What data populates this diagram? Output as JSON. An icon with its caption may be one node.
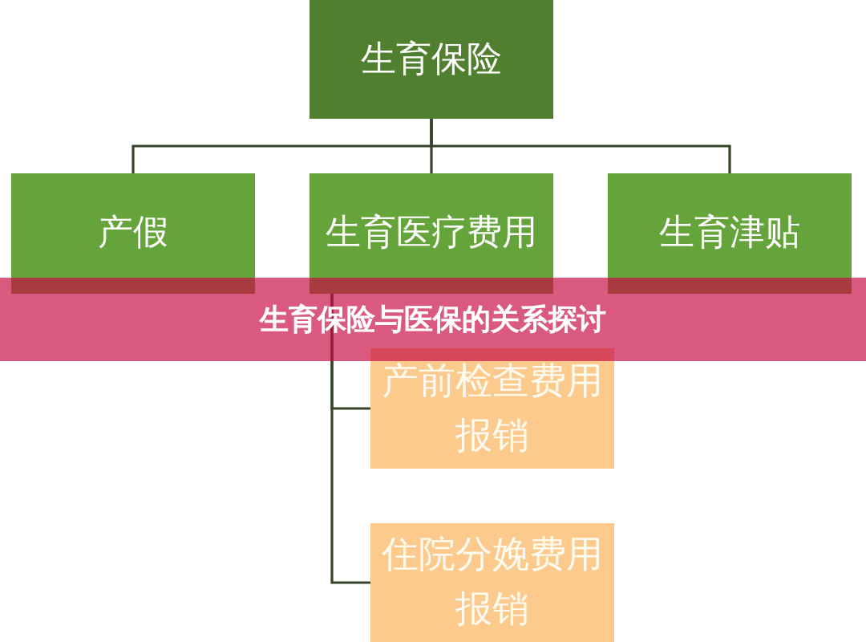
{
  "diagram": {
    "title": "生育保险与医保的关系探讨",
    "nodes": [
      {
        "text": [
          "生育保险"
        ]
      },
      {
        "text": [
          "产假"
        ]
      },
      {
        "text": [
          "生育医疗费用"
        ]
      },
      {
        "text": [
          "生育津贴"
        ]
      },
      {
        "text": [
          "产前检查费用报销"
        ]
      },
      {
        "text": [
          "住院分娩费用报销"
        ]
      }
    ],
    "edges": [
      {
        "from": 0,
        "to": 1,
        "arrow": "none"
      },
      {
        "from": 0,
        "to": 2,
        "arrow": "none"
      },
      {
        "from": 0,
        "to": 3,
        "arrow": "none"
      },
      {
        "from": 2,
        "to": 4,
        "arrow": "none"
      },
      {
        "from": 2,
        "to": 5,
        "arrow": "none"
      }
    ]
  }
}
